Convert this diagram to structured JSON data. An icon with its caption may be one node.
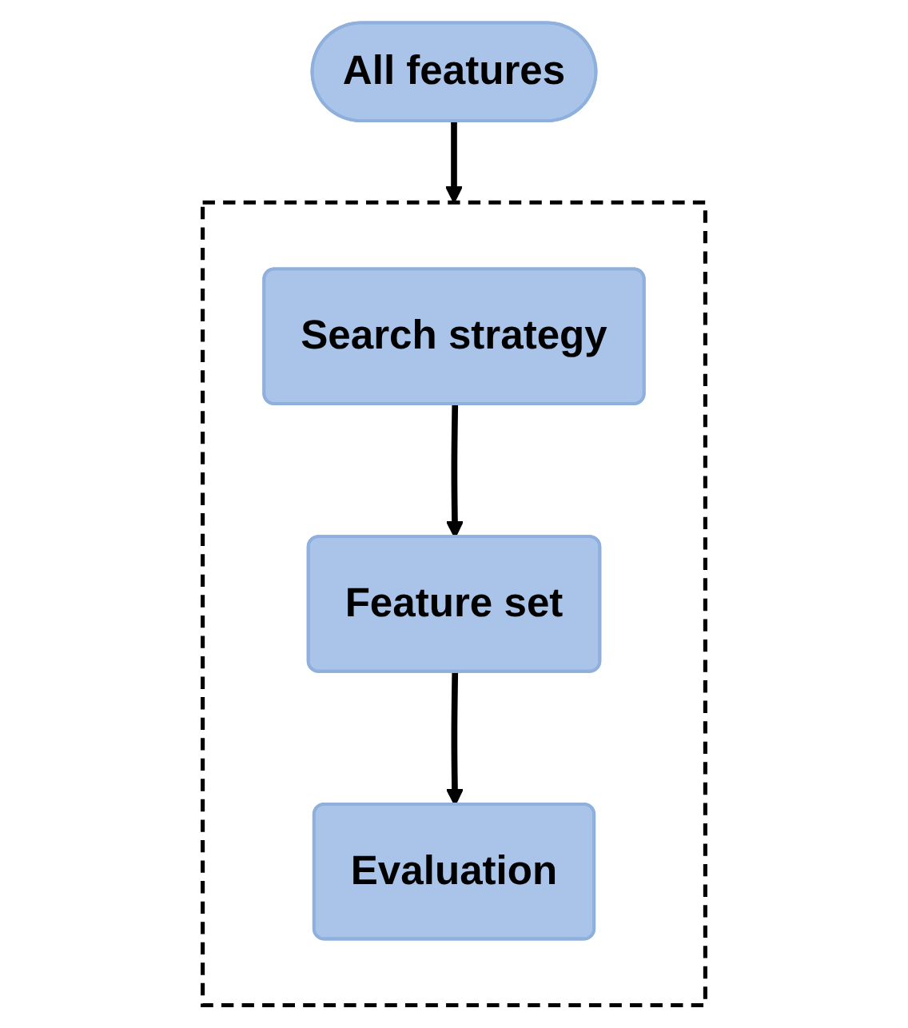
{
  "diagram": {
    "nodes": [
      {
        "text": [
          "All features"
        ]
      },
      {
        "text": [],
        "shape": "box"
      },
      {
        "text": [
          "Search strategy"
        ],
        "in": 1
      },
      {
        "text": [
          "Feature set"
        ],
        "in": 1
      },
      {
        "text": [
          "Evaluation"
        ],
        "in": 1
      }
    ],
    "edges": [
      {
        "from": 0,
        "to": 1,
        "arrow": "to"
      },
      {
        "from": 2,
        "to": 3,
        "arrow": "to"
      },
      {
        "from": 3,
        "to": 4,
        "arrow": "to"
      }
    ]
  }
}
